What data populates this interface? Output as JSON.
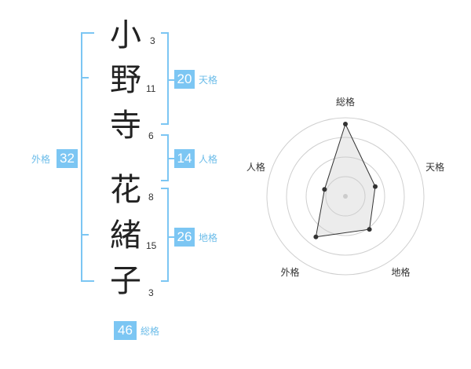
{
  "surname": [
    {
      "char": "小",
      "strokes": "3"
    },
    {
      "char": "野",
      "strokes": "11"
    },
    {
      "char": "寺",
      "strokes": "6"
    }
  ],
  "given": [
    {
      "char": "花",
      "strokes": "8"
    },
    {
      "char": "緒",
      "strokes": "15"
    },
    {
      "char": "子",
      "strokes": "3"
    }
  ],
  "kaku": {
    "tenkaku": {
      "value": "20",
      "label": "天格"
    },
    "jinkaku": {
      "value": "14",
      "label": "人格"
    },
    "chikaku": {
      "value": "26",
      "label": "地格"
    },
    "gaikaku": {
      "value": "32",
      "label": "外格"
    },
    "soukaku": {
      "value": "46",
      "label": "総格"
    }
  },
  "colors": {
    "accent": "#7cc6f3",
    "caption": "#6bbce9",
    "text": "#222222"
  },
  "chart_data": {
    "type": "radar",
    "axes": [
      "総格",
      "天格",
      "地格",
      "外格",
      "人格"
    ],
    "values": [
      46,
      20,
      26,
      32,
      14
    ],
    "max": 50,
    "rings": 4,
    "grid": true
  }
}
